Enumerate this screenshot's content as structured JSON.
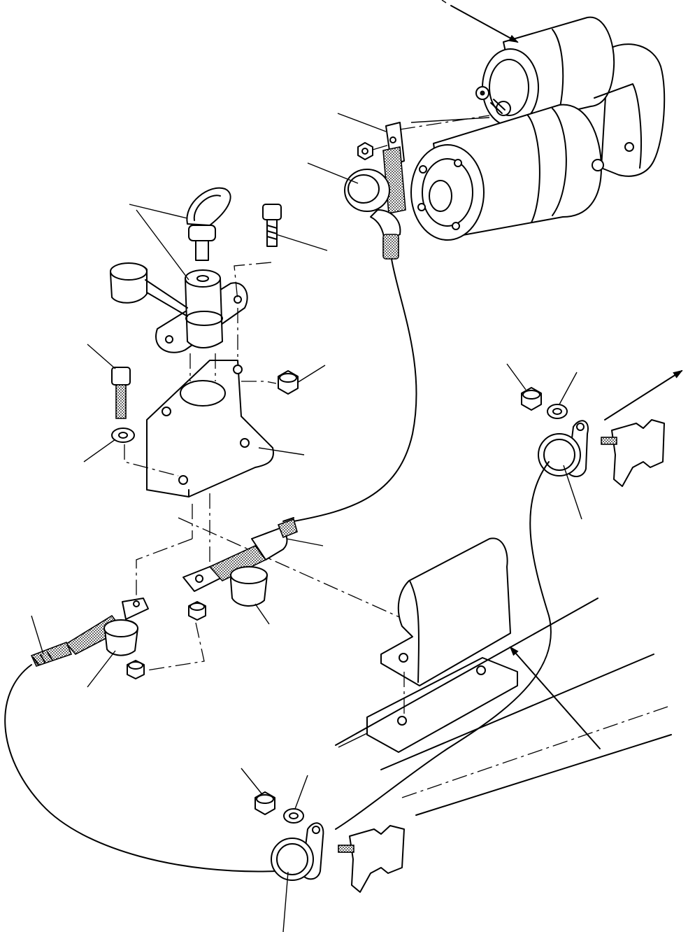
{
  "diagram": {
    "kind": "exploded-parts-view",
    "background": "#ffffff",
    "line_color": "#000000",
    "components": [
      "starter-motor",
      "battery-disconnect-switch",
      "removable-key",
      "dust-cap",
      "switch-mounting-bracket",
      "support-plate",
      "cable-terminal",
      "terminal-boot",
      "cable-clamp",
      "flange-nut",
      "washer",
      "bolt",
      "ground-cable",
      "chassis-reference"
    ],
    "callout_leaders": 22,
    "direction_arrows": 3
  }
}
